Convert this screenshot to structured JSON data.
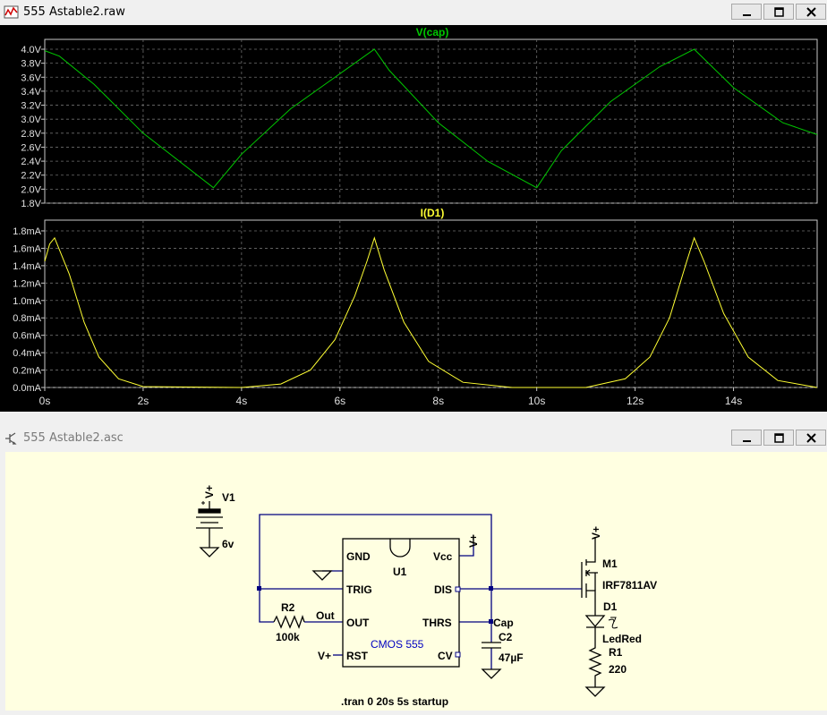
{
  "waveform_window": {
    "title": "555 Astable2.raw",
    "panes": [
      {
        "trace_label": "V(cap)",
        "trace_color": "#00c800",
        "y_ticks": [
          "4.0V",
          "3.8V",
          "3.6V",
          "3.4V",
          "3.2V",
          "3.0V",
          "2.8V",
          "2.6V",
          "2.4V",
          "2.2V",
          "2.0V",
          "1.8V"
        ]
      },
      {
        "trace_label": "I(D1)",
        "trace_color": "#ffff33",
        "y_ticks": [
          "1.8mA",
          "1.6mA",
          "1.4mA",
          "1.2mA",
          "1.0mA",
          "0.8mA",
          "0.6mA",
          "0.4mA",
          "0.2mA",
          "0.0mA"
        ]
      }
    ],
    "x_ticks": [
      "0s",
      "2s",
      "4s",
      "6s",
      "8s",
      "10s",
      "12s",
      "14s"
    ]
  },
  "chart_data": {
    "type": "line",
    "x_unit": "s",
    "xlim": [
      0,
      15.7
    ],
    "panes": [
      {
        "name": "V(cap)",
        "ylim": [
          1.8,
          4.1
        ],
        "x": [
          0,
          0.3,
          1.0,
          2.0,
          3.43,
          4.0,
          5.0,
          6.0,
          6.7,
          7.0,
          8.0,
          9.0,
          10.0,
          10.5,
          11.5,
          12.5,
          13.2,
          14.0,
          15.0,
          15.7
        ],
        "y": [
          3.98,
          3.9,
          3.5,
          2.8,
          2.02,
          2.5,
          3.15,
          3.65,
          4.0,
          3.7,
          2.95,
          2.4,
          2.02,
          2.55,
          3.25,
          3.75,
          4.0,
          3.45,
          2.95,
          2.78
        ]
      },
      {
        "name": "I(D1)",
        "ylim": [
          0,
          1.8
        ],
        "x": [
          0,
          0.1,
          0.2,
          0.5,
          0.8,
          1.1,
          1.5,
          2.0,
          4.0,
          4.8,
          5.4,
          5.9,
          6.3,
          6.55,
          6.7,
          6.9,
          7.3,
          7.8,
          8.5,
          9.5,
          11.0,
          11.8,
          12.3,
          12.7,
          13.05,
          13.2,
          13.4,
          13.8,
          14.3,
          14.9,
          15.7
        ],
        "y": [
          1.45,
          1.65,
          1.72,
          1.3,
          0.75,
          0.35,
          0.1,
          0.01,
          0.0,
          0.04,
          0.2,
          0.55,
          1.05,
          1.45,
          1.72,
          1.35,
          0.75,
          0.3,
          0.06,
          0.0,
          0.0,
          0.1,
          0.35,
          0.8,
          1.45,
          1.72,
          1.45,
          0.85,
          0.35,
          0.08,
          0.0
        ]
      }
    ]
  },
  "schematic_window": {
    "title": "555 Astable2.asc",
    "labels": {
      "v1_net": "V+",
      "v1_name": "V1",
      "v1_value": "6v",
      "u1_name": "U1",
      "u1_model": "CMOS 555",
      "pin_gnd": "GND",
      "pin_vcc": "Vcc",
      "pin_trig": "TRIG",
      "pin_dis": "DIS",
      "pin_out": "OUT",
      "pin_thrs": "THRS",
      "pin_rst": "RST",
      "pin_cv": "CV",
      "vcc_net": "V+",
      "rst_net": "V+",
      "r2_name": "R2",
      "r2_value": "100k",
      "out_net": "Out",
      "cap_net": "Cap",
      "c2_name": "C2",
      "c2_value": "47µF",
      "m1_net": "V+",
      "m1_name": "M1",
      "m1_model": "IRF7811AV",
      "d1_name": "D1",
      "d1_model": "LedRed",
      "r1_name": "R1",
      "r1_value": "220",
      "directive": ".tran 0 20s 5s startup"
    }
  }
}
